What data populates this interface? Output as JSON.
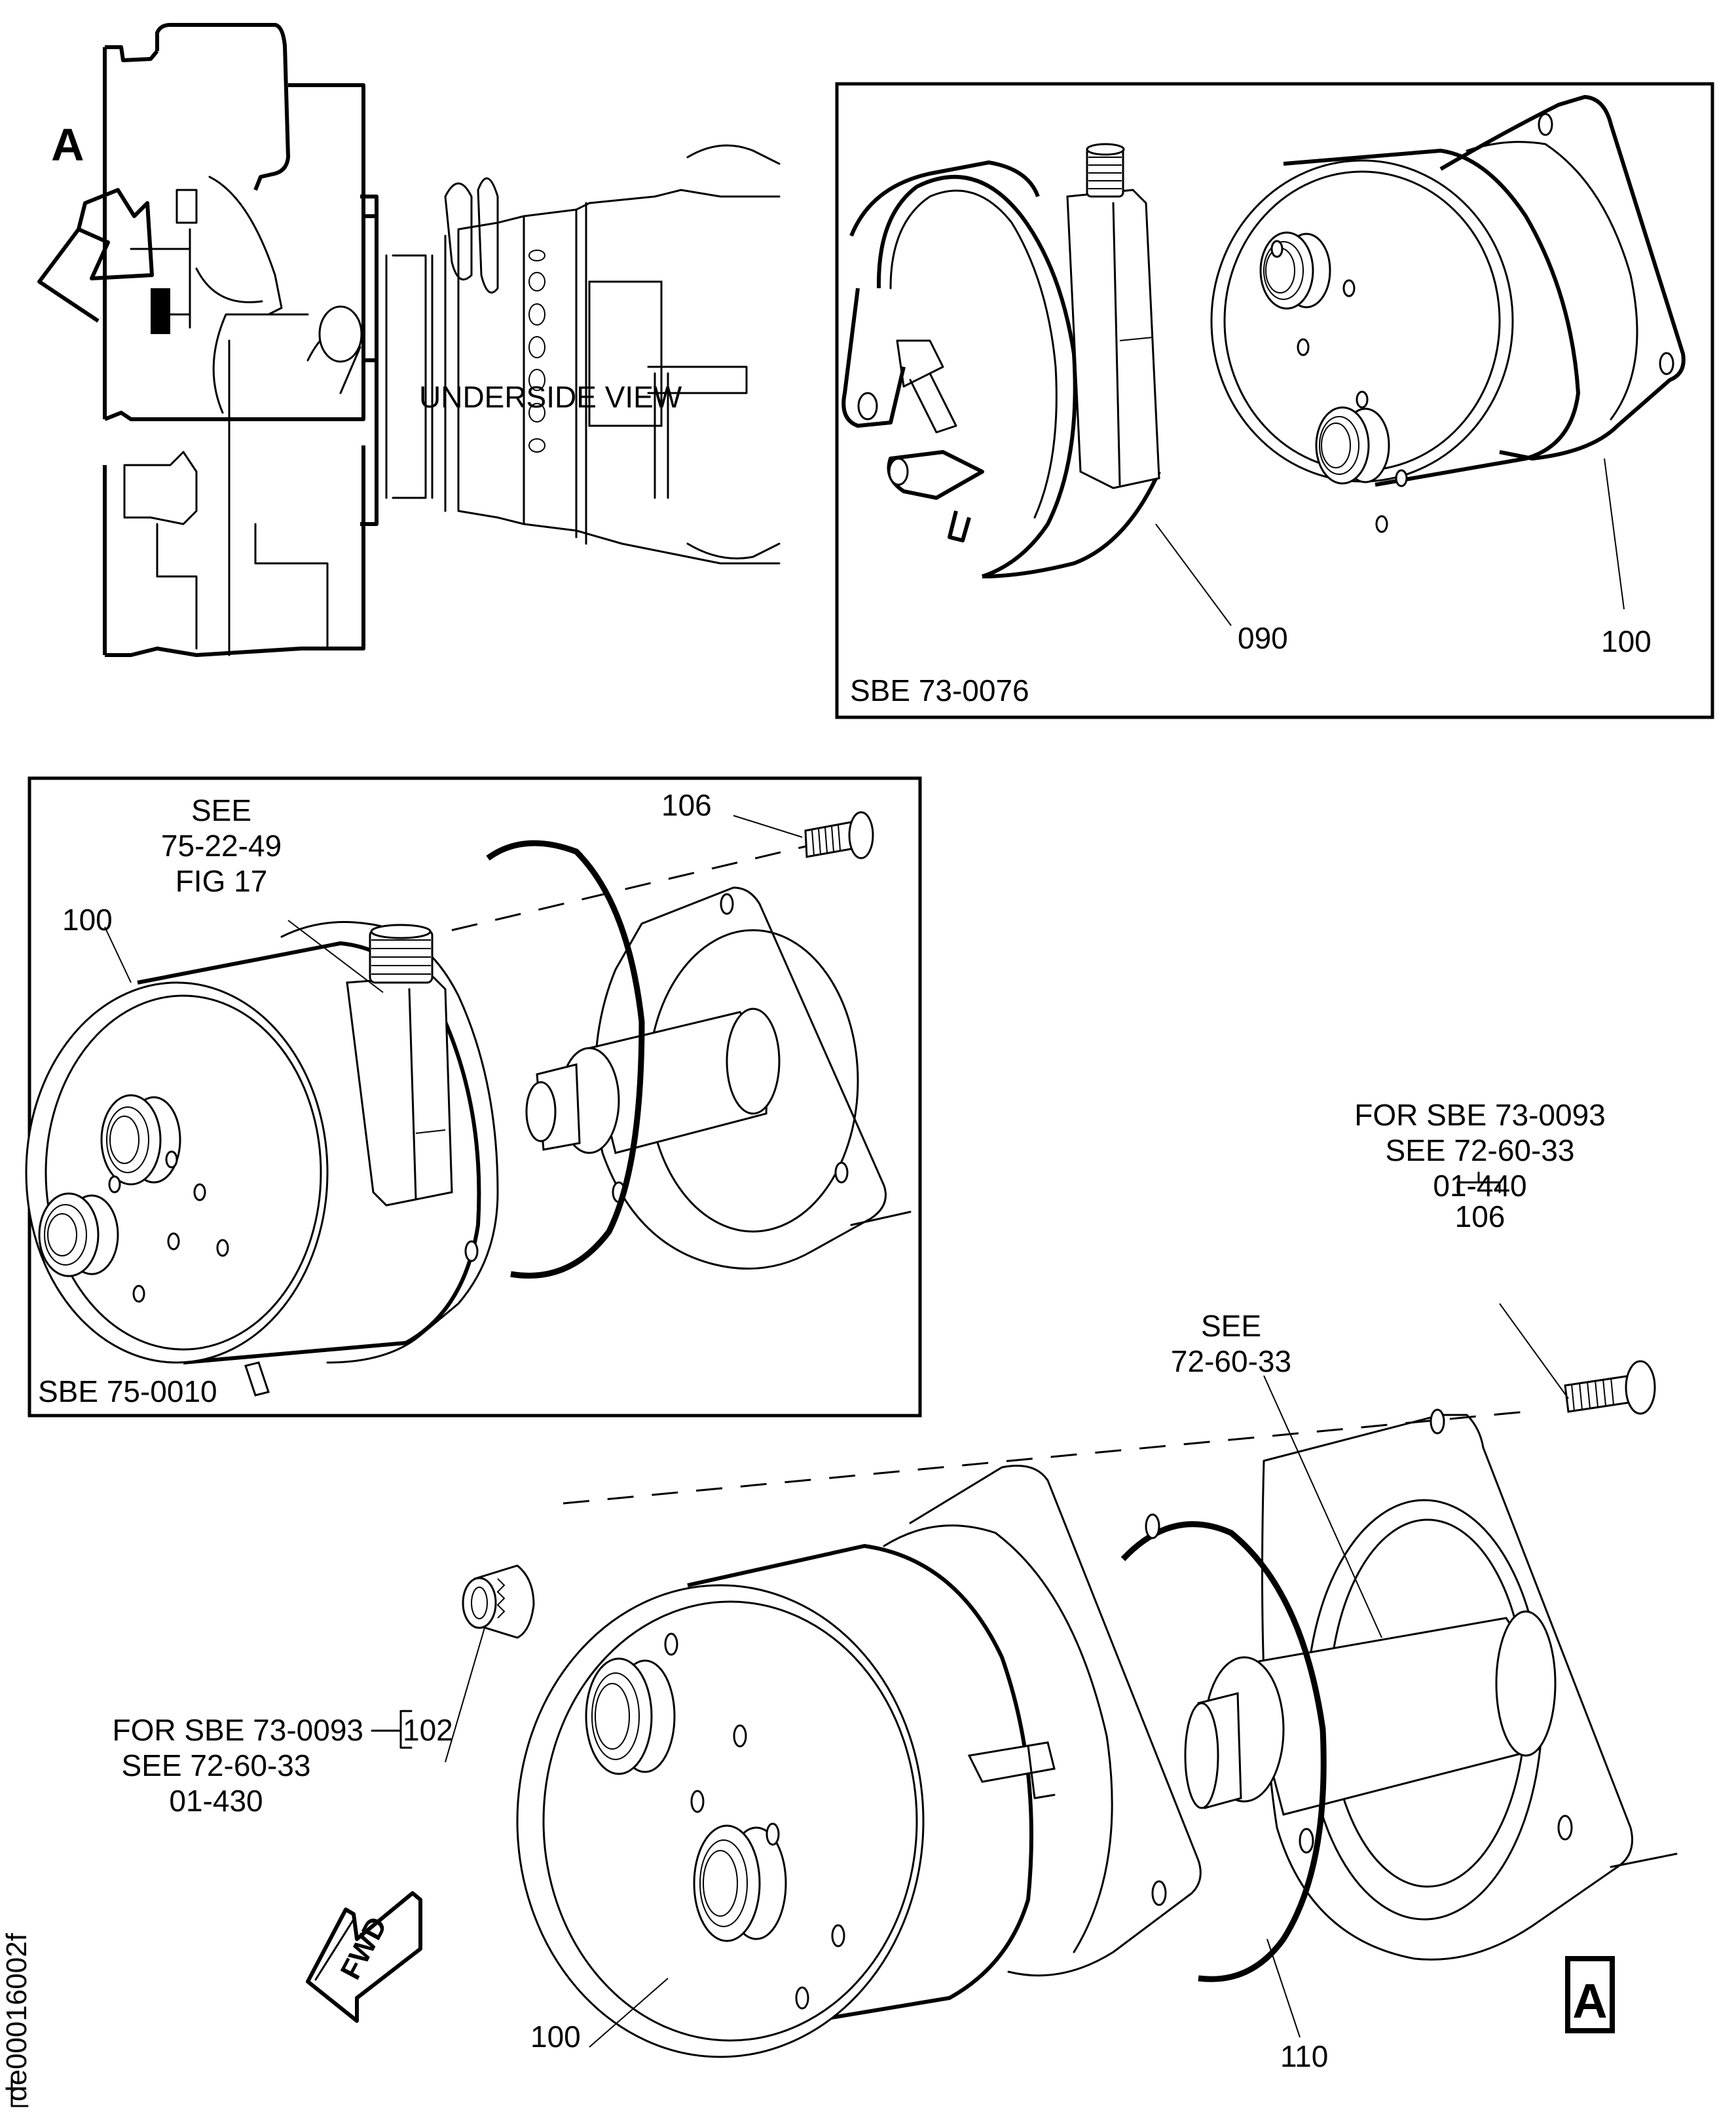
{
  "figure": {
    "id_code": "de00016002f",
    "view_marker": "A",
    "view_marker_box": "A",
    "fwd_label": "FWD"
  },
  "overview": {
    "view_arrow_label": "A",
    "caption": "UNDERSIDE VIEW"
  },
  "inset_top_right": {
    "title": "SBE 73-0076",
    "callouts": [
      {
        "item": "090"
      },
      {
        "item": "100"
      }
    ]
  },
  "inset_middle_left": {
    "title": "SBE 75-0010",
    "reference_lines": [
      "SEE",
      "75-22-49",
      "FIG 17"
    ],
    "callouts": [
      {
        "item": "100"
      },
      {
        "item": "106"
      }
    ]
  },
  "main_view": {
    "callouts": [
      {
        "item": "106",
        "note_lines": [
          "FOR SBE 73-0093",
          "SEE 72-60-33",
          "01-440"
        ]
      },
      {
        "item": "",
        "note_lines": [
          "SEE",
          "72-60-33"
        ]
      },
      {
        "item": "102",
        "note_lines": [
          "FOR SBE 73-0093",
          "SEE 72-60-33",
          "01-430"
        ]
      },
      {
        "item": "100"
      },
      {
        "item": "110"
      }
    ]
  }
}
